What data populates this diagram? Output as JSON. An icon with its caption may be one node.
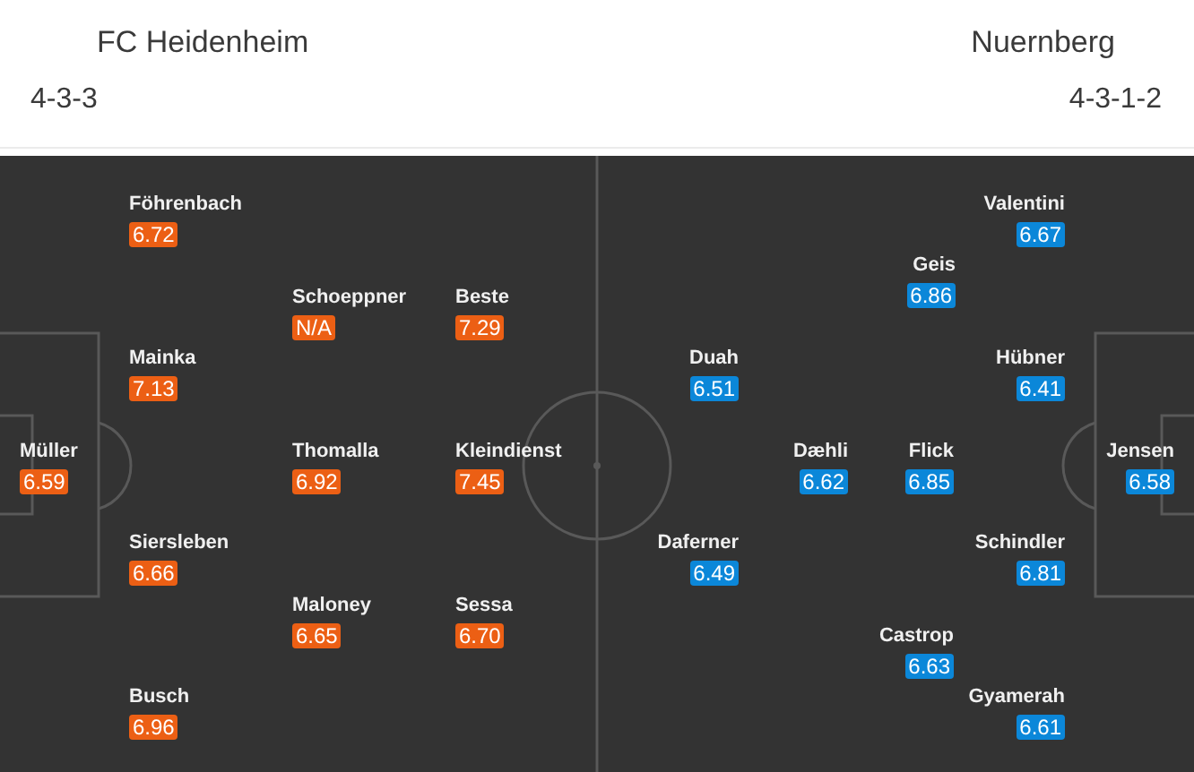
{
  "diagram": {
    "nodes": [
      {
        "text": [
          "Föhrenbach",
          "6.72"
        ]
      },
      {
        "text": [
          "Schoeppner",
          "N/A"
        ]
      },
      {
        "text": [
          "Beste",
          "7.29"
        ]
      },
      {
        "text": [
          "Mainka",
          "7.13"
        ]
      },
      {
        "text": [
          "Müller",
          "6.59"
        ]
      },
      {
        "text": [
          "Thomalla",
          "6.92"
        ]
      },
      {
        "text": [
          "Kleindienst",
          "7.45"
        ]
      },
      {
        "text": [
          "Siersleben",
          "6.66"
        ]
      },
      {
        "text": [
          "Maloney",
          "6.65"
        ]
      },
      {
        "text": [
          "Sessa",
          "6.70"
        ]
      },
      {
        "text": [
          "Busch",
          "6.96"
        ]
      },
      {
        "text": [
          "Valentini",
          "6.67"
        ]
      },
      {
        "text": [
          "Geis",
          "6.86"
        ]
      },
      {
        "text": [
          "Duah",
          "6.51"
        ]
      },
      {
        "text": [
          "Hübner",
          "6.41"
        ]
      },
      {
        "text": [
          "Dæhli",
          "6.62"
        ]
      },
      {
        "text": [
          "Flick",
          "6.85"
        ]
      },
      {
        "text": [
          "Jensen",
          "6.58"
        ]
      },
      {
        "text": [
          "Daferner",
          "6.49"
        ]
      },
      {
        "text": [
          "Schindler",
          "6.81"
        ]
      },
      {
        "text": [
          "Castrop",
          "6.63"
        ]
      },
      {
        "text": [
          "Gyamerah",
          "6.61"
        ]
      }
    ],
    "labels": [
      "FC Heidenheim",
      "4-3-3",
      "Nuernberg",
      "4-3-1-2"
    ]
  }
}
